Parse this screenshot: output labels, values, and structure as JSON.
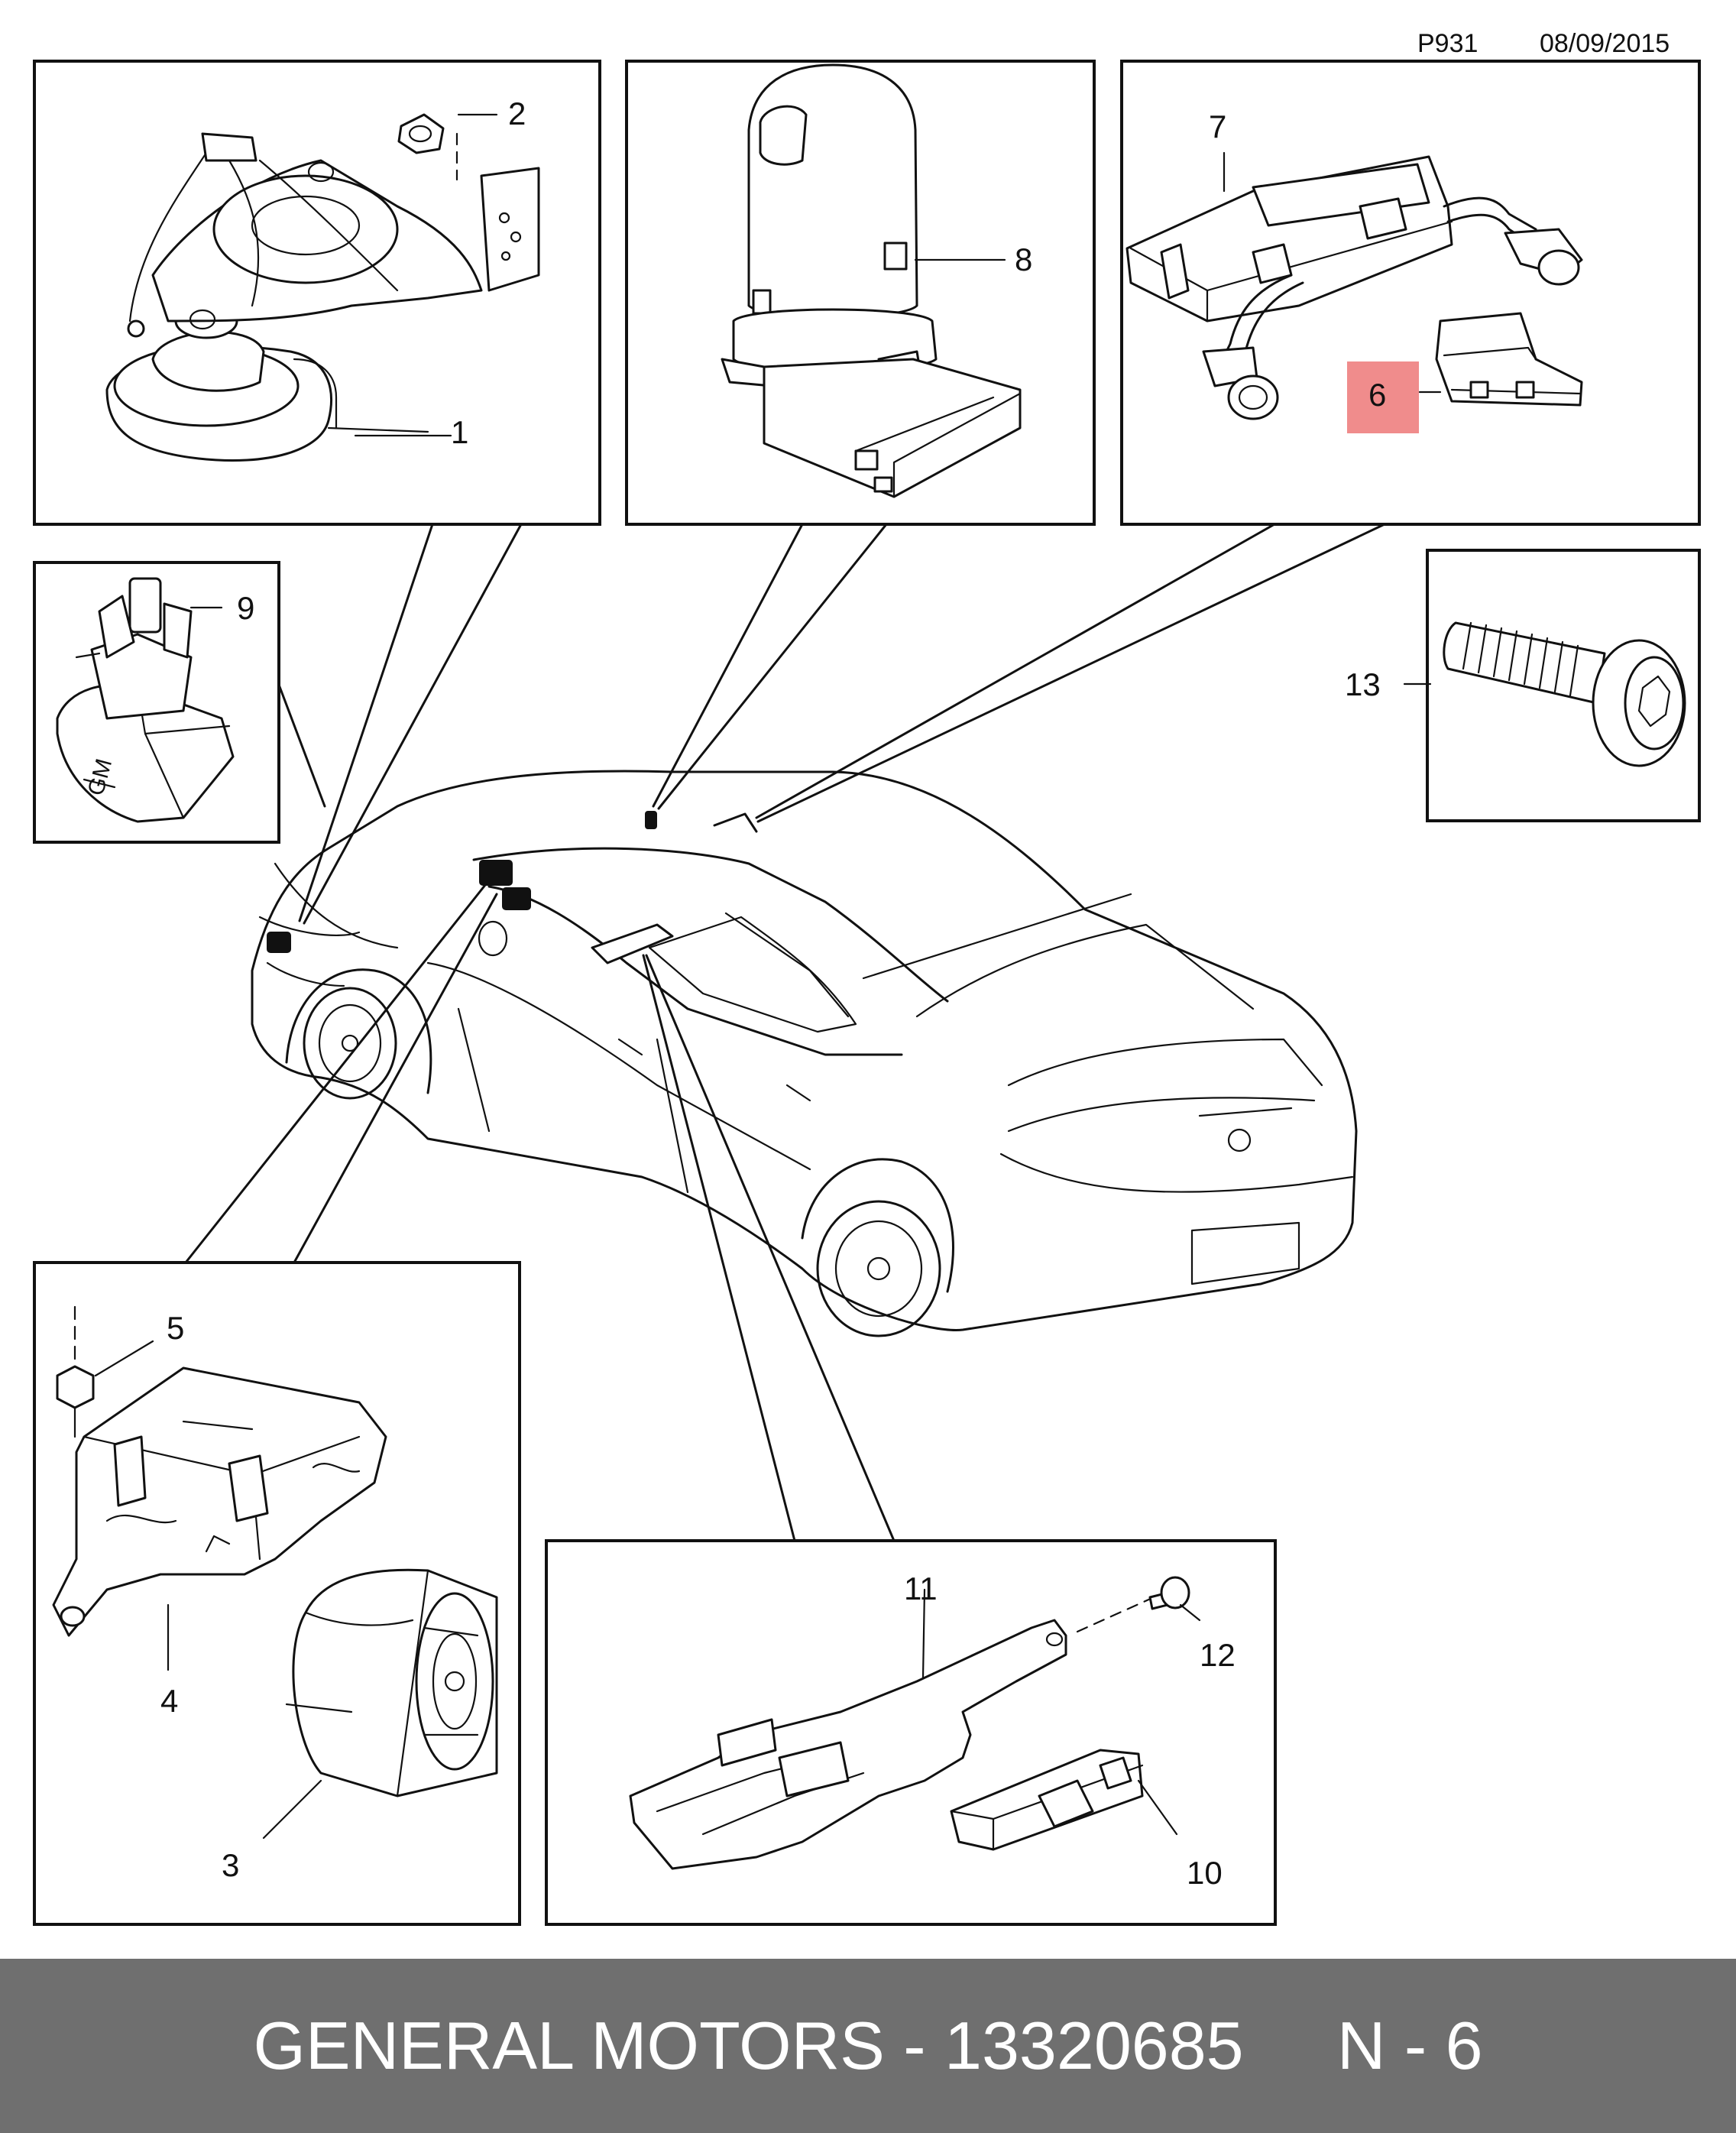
{
  "header": {
    "page_code": "P931",
    "date": "08/09/2015"
  },
  "callouts": {
    "c1": "1",
    "c2": "2",
    "c3": "3",
    "c4": "4",
    "c5": "5",
    "c6": "6",
    "c7": "7",
    "c8": "8",
    "c9": "9",
    "c10": "10",
    "c11": "11",
    "c12": "12",
    "c13": "13"
  },
  "highlight": {
    "callout": "6",
    "color": "#f08c8c"
  },
  "footer": {
    "brand": "GENERAL MOTORS",
    "separator": " - ",
    "part_number": "13320685",
    "position": "N - 6",
    "background_color": "#6f6f6f"
  }
}
